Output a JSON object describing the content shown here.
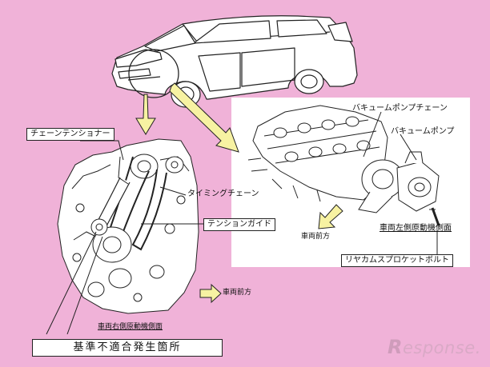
{
  "labels": {
    "chain_tensioner": "チェーンテンショナー",
    "timing_chain": "タイミングチェーン",
    "tension_guide": "テンションガイド",
    "vehicle_front_left": "車両前方",
    "right_side_view": "車両右側原動機側面",
    "vacuum_pump_chain": "バキュームポンプチェーン",
    "vacuum_pump": "バキュームポンプ",
    "vehicle_front_right": "車両前方",
    "left_side_view": "車両左側原動機側面",
    "rear_cam_bolt": "リヤカムスプロケットボルト"
  },
  "caution_label": "基準不適合発生箇所",
  "logo": {
    "r_glyph": "R",
    "text": "esponse."
  },
  "colors": {
    "background": "#f0b2d8",
    "arrow_fill": "#f7f2a2",
    "line": "#222222"
  }
}
